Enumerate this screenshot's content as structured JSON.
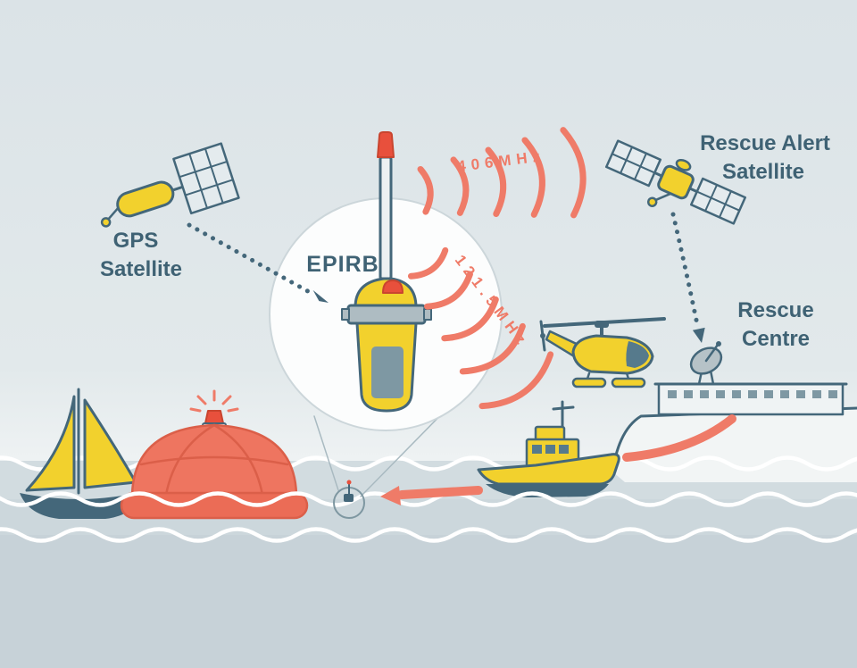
{
  "diagram": {
    "labels": {
      "gps_line1": "GPS",
      "gps_line2": "Satellite",
      "rescue_alert_line1": "Rescue Alert",
      "rescue_alert_line2": "Satellite",
      "epirb": "EPIRB",
      "freq_406": "406MHz",
      "freq_121_5": "121.5MHz",
      "rescue_centre_line1": "Rescue",
      "rescue_centre_line2": "Centre"
    },
    "colors": {
      "sky_top": "#dbe3e7",
      "sky_bottom": "#f1f4f5",
      "sea": "#ccd7dc",
      "yellow": "#f2d12d",
      "salmon": "#ef7b68",
      "red": "#e8503c",
      "outline": "#44677a",
      "label_text": "#3f6274",
      "panel_blue": "#7e98a3",
      "raft": "#ee7560"
    }
  }
}
